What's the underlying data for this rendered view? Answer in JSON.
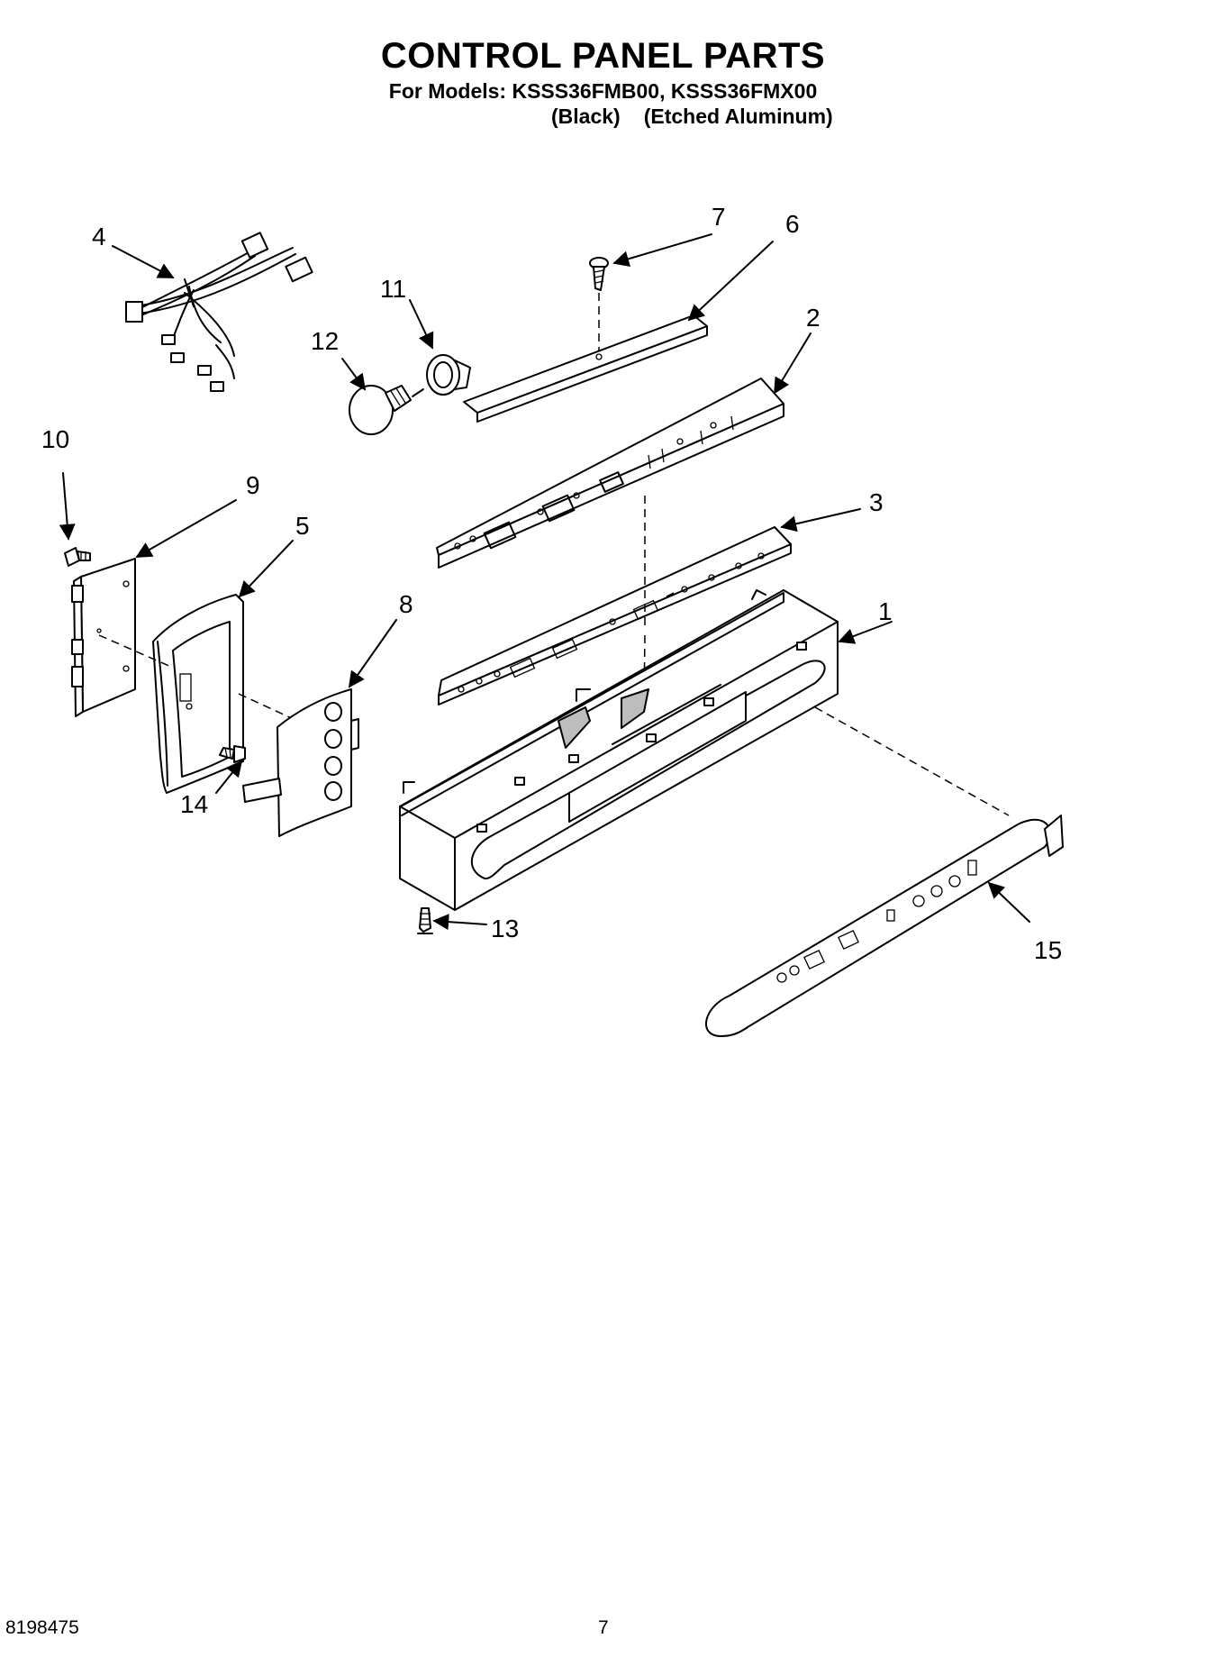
{
  "header": {
    "title": "CONTROL PANEL PARTS",
    "models_line": "For Models: KSSS36FMB00, KSSS36FMX00",
    "variant_black": "(Black)",
    "variant_aluminum": "(Etched Aluminum)"
  },
  "callouts": {
    "c1": "1",
    "c2": "2",
    "c3": "3",
    "c4": "4",
    "c5": "5",
    "c6": "6",
    "c7": "7",
    "c8": "8",
    "c9": "9",
    "c10": "10",
    "c11": "11",
    "c12": "12",
    "c13": "13",
    "c14": "14",
    "c15": "15"
  },
  "footer": {
    "doc_number": "8198475",
    "page_number": "7"
  }
}
